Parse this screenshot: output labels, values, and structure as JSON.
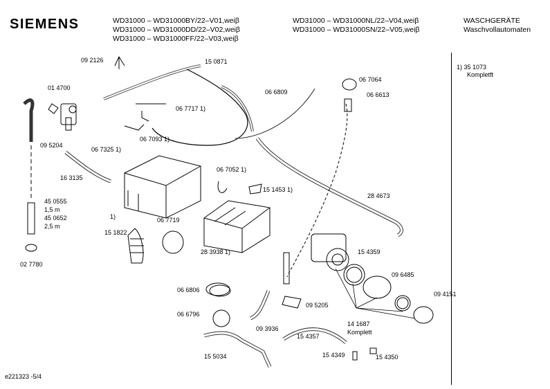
{
  "header": {
    "brand": "SIEMENS",
    "models_left": [
      "WD31000 – WD31000BY/22–V01,weiβ",
      "WD31000 – WD31000DD/22–V02,weiβ",
      "WD31000 – WD31000FF/22–V03,weiβ"
    ],
    "models_right": [
      "WD31000 – WD31000NL/22–V04,weiβ",
      "WD31000 – WD31000SN/22–V05,weiβ"
    ],
    "category": [
      "WASCHGERÄTE",
      "Waschvollautomaten"
    ]
  },
  "notes": {
    "line1": "1)  35 1073",
    "line2": "Kompletft"
  },
  "footer": {
    "doc_id": "e221323  -5/4"
  },
  "parts": [
    {
      "id": "p0926",
      "label": "09 2126"
    },
    {
      "id": "p1508",
      "label": "15 0871"
    },
    {
      "id": "p0147",
      "label": "01 4700"
    },
    {
      "id": "p0952",
      "label": "09 5204"
    },
    {
      "id": "p1631",
      "label": "16 3135"
    },
    {
      "id": "p4505",
      "label": "45 0555"
    },
    {
      "id": "p15m",
      "label": "1,5 m"
    },
    {
      "id": "p4506",
      "label": "45 0652"
    },
    {
      "id": "p25m",
      "label": "2,5 m"
    },
    {
      "id": "p0277",
      "label": "02 7780"
    },
    {
      "id": "p0677",
      "label": "06 7717 1)"
    },
    {
      "id": "p0670",
      "label": "06 7093 1)"
    },
    {
      "id": "p0673",
      "label": "06 7325 1)"
    },
    {
      "id": "p0668",
      "label": "06 6809"
    },
    {
      "id": "p0670b",
      "label": "06 7064"
    },
    {
      "id": "p0666",
      "label": "06 6613"
    },
    {
      "id": "p0670c",
      "label": "06 7052 1)"
    },
    {
      "id": "p1514",
      "label": "15 1453 1)"
    },
    {
      "id": "p2846",
      "label": "28 4673"
    },
    {
      "id": "p1",
      "label": "1)"
    },
    {
      "id": "p0677b",
      "label": "06 7719"
    },
    {
      "id": "p1518",
      "label": "15 1822"
    },
    {
      "id": "p2839",
      "label": "28 3938 1)"
    },
    {
      "id": "p1543",
      "label": "15 4359"
    },
    {
      "id": "p0964",
      "label": "09 6485"
    },
    {
      "id": "p0941",
      "label": "09 4151"
    },
    {
      "id": "p0668b",
      "label": "06 6806"
    },
    {
      "id": "p0667",
      "label": "06 6796"
    },
    {
      "id": "p0952b",
      "label": "09 5205"
    },
    {
      "id": "p0939",
      "label": "09 3936"
    },
    {
      "id": "p1416",
      "label": "14 1687"
    },
    {
      "id": "pKompl",
      "label": "Komplett"
    },
    {
      "id": "p1543b",
      "label": "15 4357"
    },
    {
      "id": "p1550",
      "label": "15 5034"
    },
    {
      "id": "p1543c",
      "label": "15 4349"
    },
    {
      "id": "p1543d",
      "label": "15 4350"
    }
  ]
}
